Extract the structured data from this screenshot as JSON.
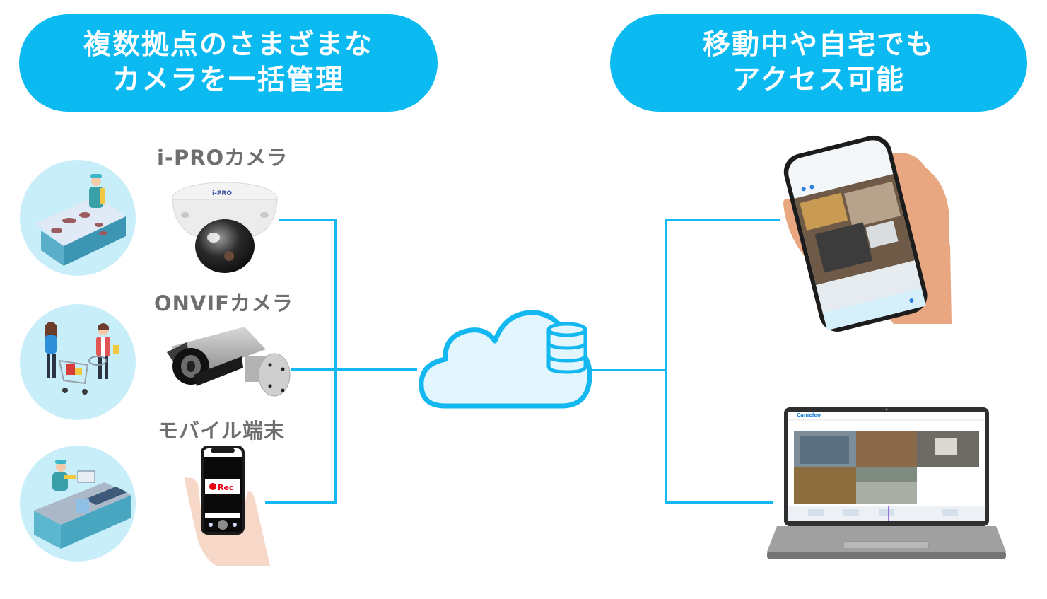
{
  "header_left": {
    "line1": "複数拠点のさまざまな",
    "line2": "カメラを一括管理"
  },
  "header_right": {
    "line1": "移動中や自宅でも",
    "line2": "アクセス可能"
  },
  "sources": [
    {
      "label": "i-PROカメラ",
      "icon": "dome-camera-icon",
      "brand_mark": "i-PRO"
    },
    {
      "label": "ONVIFカメラ",
      "icon": "bullet-camera-icon"
    },
    {
      "label": "モバイル端末",
      "icon": "smartphone-in-hand-icon",
      "screen_text": "Rec"
    }
  ],
  "scenes": [
    {
      "name": "meat-counter-scene"
    },
    {
      "name": "shoppers-scene"
    },
    {
      "name": "checkout-scene"
    }
  ],
  "cloud": {
    "icon": "cloud-database-icon"
  },
  "clients": [
    {
      "icon": "smartphone-viewer-icon"
    },
    {
      "icon": "laptop-viewer-icon",
      "app_name": "Cameleo"
    }
  ],
  "colors": {
    "accent": "#0bbaf0",
    "line": "#13b8f0",
    "label_gray": "#6f6f6f",
    "scene_bg": "#c8eefa",
    "cloud_fill": "#e4f6fd"
  }
}
